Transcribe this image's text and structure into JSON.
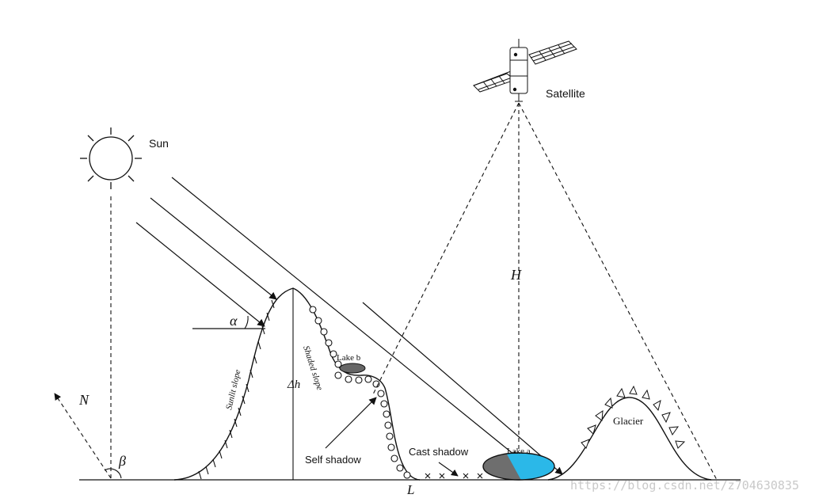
{
  "labels": {
    "sun": "Sun",
    "satellite": "Satellite",
    "H": "H",
    "alpha": "α",
    "beta": "β",
    "N": "N",
    "delta_h": "Δh",
    "L": "L",
    "sunlit_slope": "Sunlit slope",
    "shaded_slope": "Shaded slope",
    "lake_b": "Lake b",
    "lake_a": "Lake a",
    "self_shadow": "Self shadow",
    "cast_shadow": "Cast shadow",
    "glacier": "Glacier"
  },
  "watermark": "https://blog.csdn.net/z704630835",
  "colors": {
    "line": "#111111",
    "lake_a_water": "#2bb8e8",
    "lake_shadow": "#6e6e6e"
  }
}
